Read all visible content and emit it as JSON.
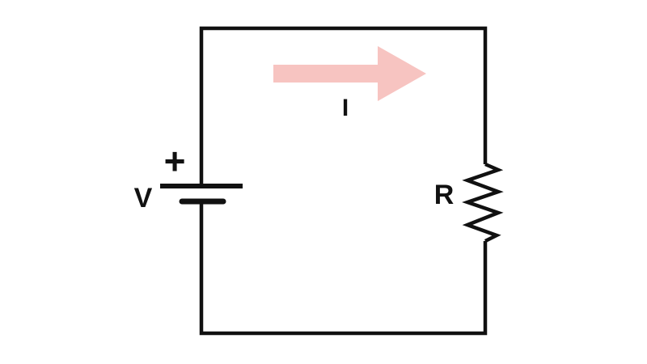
{
  "diagram": {
    "labels": {
      "voltage": "V",
      "positive_terminal": "+",
      "current": "I",
      "resistance": "R"
    },
    "colors": {
      "wire": "#111111",
      "arrow_fill": "#f7c4c1",
      "background": "#ffffff"
    }
  }
}
